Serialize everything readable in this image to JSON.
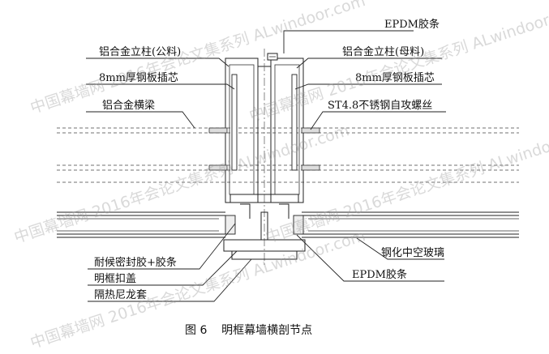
{
  "labels": {
    "epdm_top": "EPDM胶条",
    "mullion_male": "铝合金立柱(公料)",
    "mullion_female": "铝合金立柱(母料)",
    "steel_core_left": "8mm厚钢板插芯",
    "steel_core_right": "8mm厚钢板插芯",
    "transom": "铝合金横梁",
    "screw": "ST4.8不锈钢自攻螺丝",
    "sealant": "耐候密封胶+胶条",
    "cover_cap": "明框扣盖",
    "nylon_sleeve": "隔热尼龙套",
    "glass": "钢化中空玻璃",
    "epdm_bottom": "EPDM胶条"
  },
  "caption": "图 6    明框幕墙横剖节点",
  "watermark": "中国幕墙网 2016年会论文集系列 ALwindoor.com",
  "colors": {
    "line": "#222222",
    "watermark": "#9a9a9a"
  }
}
